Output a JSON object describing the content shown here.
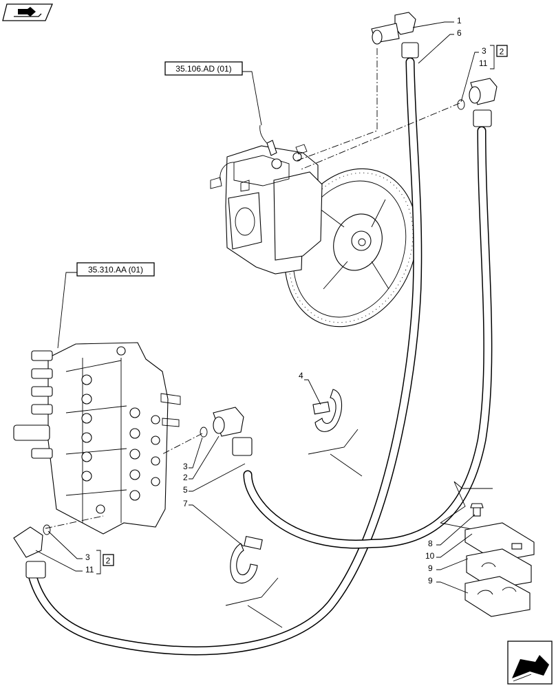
{
  "references": {
    "pump": "35.106.AD (01)",
    "valve": "35.310.AA (01)"
  },
  "callouts": {
    "c1": "1",
    "c6": "6",
    "c3a": "3",
    "c11a": "11",
    "c2a": "2",
    "c4": "4",
    "c3b": "3",
    "c2b": "2",
    "c5": "5",
    "c7": "7",
    "c3c": "3",
    "c11c": "11",
    "c2c": "2",
    "c8": "8",
    "c10": "10",
    "c9a": "9",
    "c9b": "9"
  },
  "icons": {
    "top_left": "prev-page-icon",
    "bottom_right": "next-page-icon"
  }
}
